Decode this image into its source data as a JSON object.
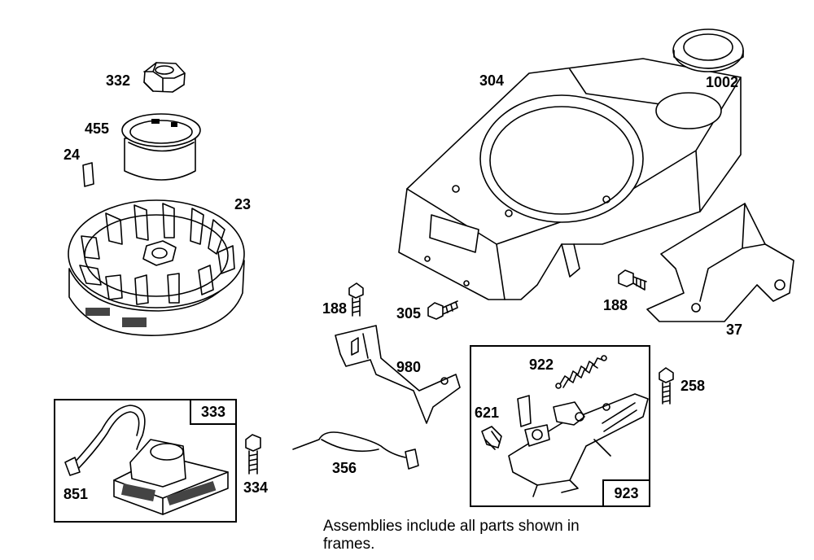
{
  "callouts": {
    "p332": "332",
    "p455": "455",
    "p24": "24",
    "p23": "23",
    "p304": "304",
    "p1002": "1002",
    "p188a": "188",
    "p305": "305",
    "p188b": "188",
    "p37": "37",
    "p980": "980",
    "p922": "922",
    "p258": "258",
    "p621": "621",
    "p356": "356",
    "p334": "334",
    "p851": "851"
  },
  "frames": {
    "ignition_tag": "333",
    "governor_tag": "923"
  },
  "note": "Assemblies include all parts shown in frames."
}
